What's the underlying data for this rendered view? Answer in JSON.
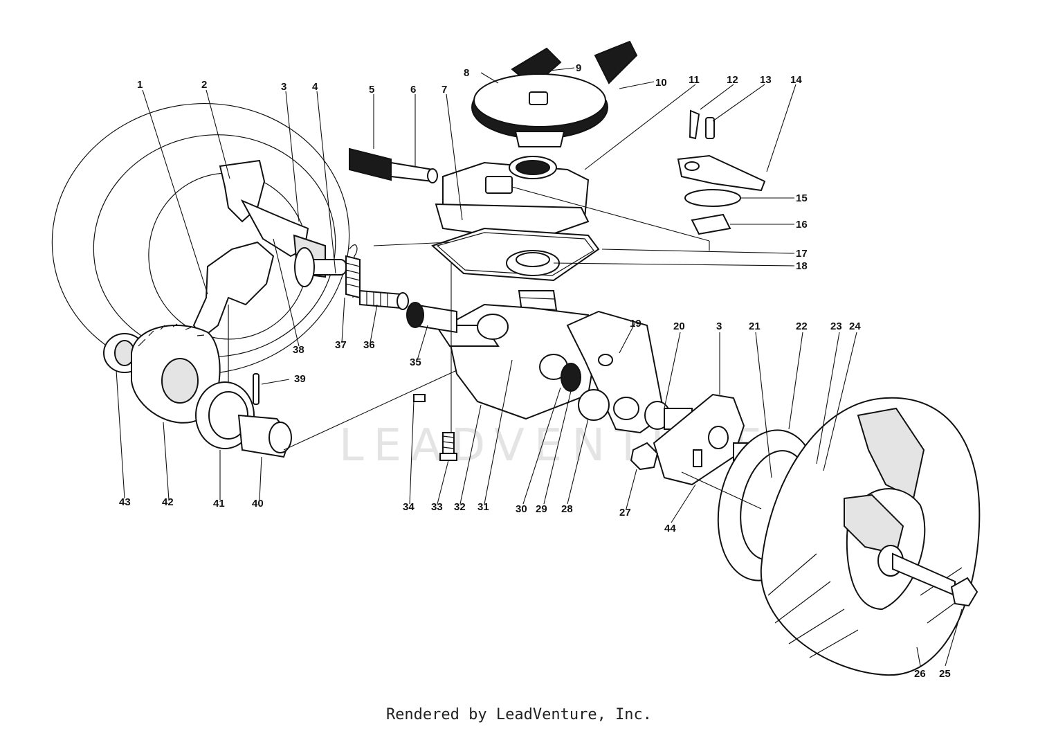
{
  "watermark": "LEADVENTURE",
  "credit": "Rendered by LeadVenture, Inc.",
  "callouts": [
    {
      "id": "c1",
      "text": "1"
    },
    {
      "id": "c2",
      "text": "2"
    },
    {
      "id": "c3a",
      "text": "3"
    },
    {
      "id": "c4",
      "text": "4"
    },
    {
      "id": "c5",
      "text": "5"
    },
    {
      "id": "c6",
      "text": "6"
    },
    {
      "id": "c7",
      "text": "7"
    },
    {
      "id": "c8",
      "text": "8"
    },
    {
      "id": "c9",
      "text": "9"
    },
    {
      "id": "c10",
      "text": "10"
    },
    {
      "id": "c11",
      "text": "11"
    },
    {
      "id": "c12",
      "text": "12"
    },
    {
      "id": "c13",
      "text": "13"
    },
    {
      "id": "c14",
      "text": "14"
    },
    {
      "id": "c15",
      "text": "15"
    },
    {
      "id": "c16",
      "text": "16"
    },
    {
      "id": "c17",
      "text": "17"
    },
    {
      "id": "c18",
      "text": "18"
    },
    {
      "id": "c19",
      "text": "19"
    },
    {
      "id": "c20",
      "text": "20"
    },
    {
      "id": "c3b",
      "text": "3"
    },
    {
      "id": "c21",
      "text": "21"
    },
    {
      "id": "c22",
      "text": "22"
    },
    {
      "id": "c23",
      "text": "23"
    },
    {
      "id": "c24",
      "text": "24"
    },
    {
      "id": "c38",
      "text": "38"
    },
    {
      "id": "c37",
      "text": "37"
    },
    {
      "id": "c36",
      "text": "36"
    },
    {
      "id": "c35",
      "text": "35"
    },
    {
      "id": "c39",
      "text": "39"
    },
    {
      "id": "c43",
      "text": "43"
    },
    {
      "id": "c42",
      "text": "42"
    },
    {
      "id": "c41",
      "text": "41"
    },
    {
      "id": "c40",
      "text": "40"
    },
    {
      "id": "c34",
      "text": "34"
    },
    {
      "id": "c33",
      "text": "33"
    },
    {
      "id": "c32",
      "text": "32"
    },
    {
      "id": "c31",
      "text": "31"
    },
    {
      "id": "c30",
      "text": "30"
    },
    {
      "id": "c29",
      "text": "29"
    },
    {
      "id": "c28",
      "text": "28"
    },
    {
      "id": "c27",
      "text": "27"
    },
    {
      "id": "c44",
      "text": "44"
    },
    {
      "id": "c26",
      "text": "26"
    },
    {
      "id": "c25",
      "text": "25"
    }
  ]
}
